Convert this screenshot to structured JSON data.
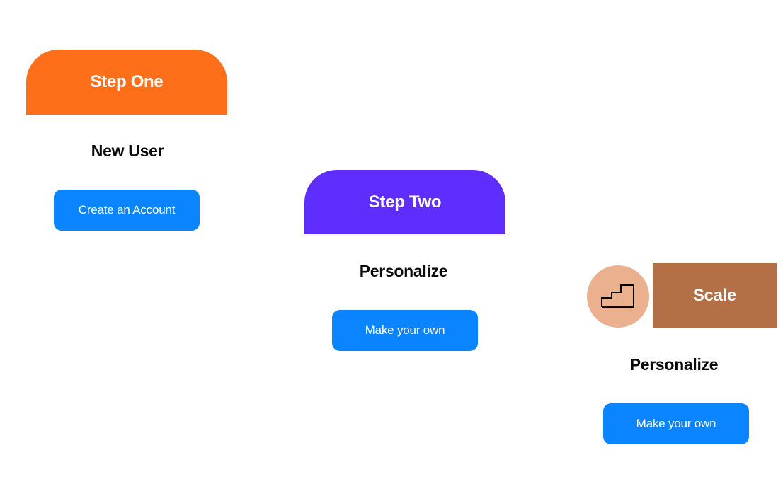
{
  "colors": {
    "step_one": "#FF6F1A",
    "step_two": "#5F2EFF",
    "button": "#0A84FF",
    "stairs_circle": "#EBB08D",
    "scale": "#B36F45"
  },
  "step_one": {
    "header": "Step One",
    "title": "New User",
    "button_label": "Create an Account"
  },
  "step_two": {
    "header": "Step Two",
    "title": "Personalize",
    "button_label": "Make your own"
  },
  "step_three": {
    "icon": "stairs-icon",
    "header": "Scale",
    "title": "Personalize",
    "button_label": "Make your own"
  }
}
